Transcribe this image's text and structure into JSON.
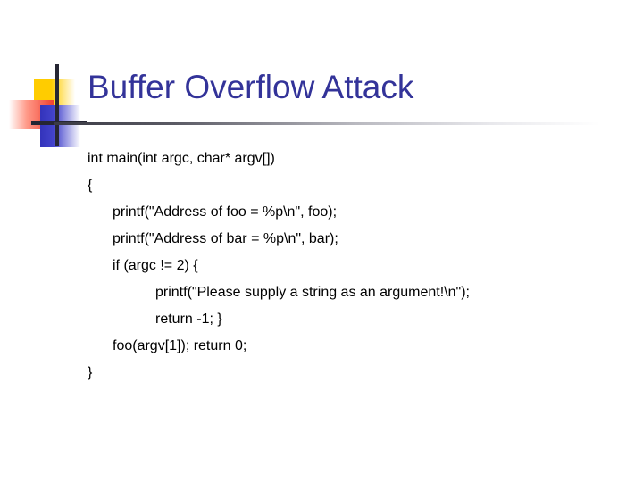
{
  "slide": {
    "title": "Buffer Overflow Attack",
    "title_color": "#333399",
    "background_color": "#ffffff",
    "rule_color": "#3a3a44"
  },
  "logo": {
    "yellow_color": "#FFCC00",
    "red_color": "#F04030",
    "blue_color": "#3333BB",
    "line_color": "#262633"
  },
  "code": {
    "text_color": "#000000",
    "lines": [
      {
        "text": "int main(int argc, char* argv[])",
        "indent": 0
      },
      {
        "text": "{",
        "indent": 0
      },
      {
        "text": "printf(\"Address of foo = %p\\n\", foo);",
        "indent": 1
      },
      {
        "text": "printf(\"Address of bar = %p\\n\", bar);",
        "indent": 1
      },
      {
        "text": "if (argc != 2) {",
        "indent": 1
      },
      {
        "text": "printf(\"Please supply a string as an argument!\\n\");",
        "indent": 2
      },
      {
        "text": "return -1; }",
        "indent": 2
      },
      {
        "text": "foo(argv[1]); return 0;",
        "indent": 1
      },
      {
        "text": "}",
        "indent": 0
      }
    ]
  }
}
